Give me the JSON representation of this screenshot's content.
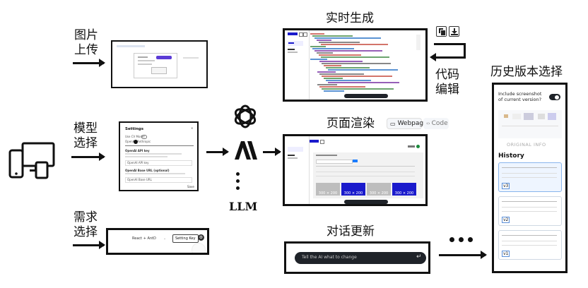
{
  "labels": {
    "upload": "图片\n上传",
    "model_select": "模型\n选择",
    "req_select": "需求\n选择",
    "realtime": "实时生成",
    "code_edit": "代码\n编辑",
    "render": "页面渲染",
    "chat_update": "对话更新",
    "history_select": "历史版本选择",
    "llm": "LLM"
  },
  "render_tabs": {
    "webpage": "Webpage",
    "code": "Code"
  },
  "settings_dialog": {
    "title": "Settings",
    "use_cv": "Use CV Model",
    "openai": "OpenAI",
    "anthropic": "Anthropic",
    "api_key_label": "OpenAI API key",
    "api_key_placeholder": "OpenAI API key",
    "base_url_label": "OpenAI Base URL (optional)",
    "base_url_placeholder": "OpenAI Base URL",
    "save": "Save"
  },
  "requirement_bar": {
    "framework": "React + AntD",
    "setting_key": "Setting Key"
  },
  "chat": {
    "placeholder": "Tell the AI what to change"
  },
  "history_panel": {
    "include_screenshot": "Include screenshot of current version?",
    "original_info": "ORIGINAL INFO",
    "history": "History",
    "versions": [
      "v3",
      "v2",
      "v1"
    ]
  },
  "render_tiles": [
    "300 × 200",
    "300 × 200",
    "300 × 200",
    "300 × 200"
  ],
  "colors": {
    "accent_blue": "#1a1acc",
    "dark": "#111111",
    "chip_bg": "#f4f6f9"
  }
}
